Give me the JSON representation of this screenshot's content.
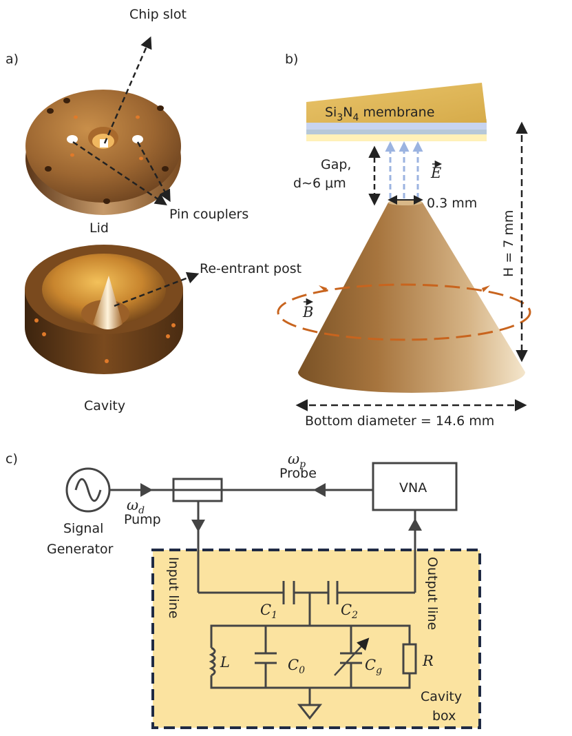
{
  "panel_a": {
    "label": "a)",
    "chip_slot": "Chip slot",
    "pin_couplers": "Pin couplers",
    "lid": "Lid",
    "reentrant_post": "Re-entrant post",
    "cavity": "Cavity"
  },
  "panel_b": {
    "label": "b)",
    "membrane_prefix": "Si",
    "membrane_sub1": "3",
    "membrane_mid": "N",
    "membrane_sub2": "4",
    "membrane_suffix": " membrane",
    "gap_line1": "Gap,",
    "gap_line2": "d∼6 μm",
    "e_field": "E",
    "b_field": "B",
    "tip_width": "0.3 mm",
    "height": "H = 7 mm",
    "bottom_diameter": "Bottom diameter = 14.6 mm"
  },
  "panel_c": {
    "label": "c)",
    "signal_gen_line1": "Signal",
    "signal_gen_line2": "Generator",
    "omega_d": "ω",
    "omega_d_sub": "d",
    "pump": "Pump",
    "omega_p": "ω",
    "omega_p_sub": "p",
    "probe": "Probe",
    "vna": "VNA",
    "input_line": "Input line",
    "output_line": "Output line",
    "c1": "C",
    "c1_sub": "1",
    "c2": "C",
    "c2_sub": "2",
    "l": "L",
    "c0": "C",
    "c0_sub": "0",
    "cg": "C",
    "cg_sub": "g",
    "r": "R",
    "cavity_box_line1": "Cavity",
    "cavity_box_line2": "box"
  },
  "colors": {
    "copper": "#b87a3a",
    "cone_light": "#e8c99a",
    "dashed_orange": "#c8641e",
    "field_blue": "#9bb3e0",
    "box_fill": "#fbe3a0",
    "box_border": "#1f2a44"
  }
}
